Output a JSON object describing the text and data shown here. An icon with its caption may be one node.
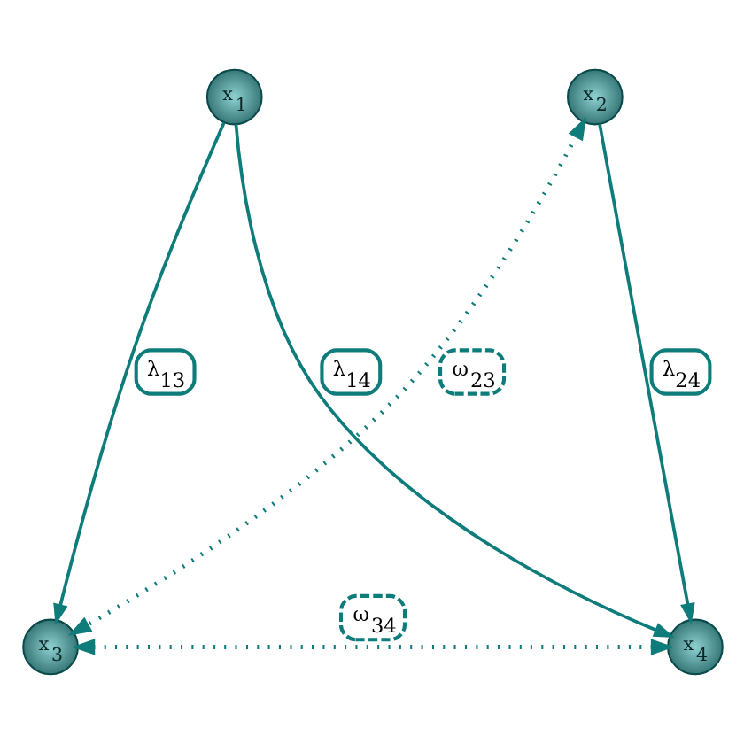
{
  "diagram": {
    "nodes": [
      {
        "text": [
          "x$_{1}$"
        ]
      },
      {
        "text": [
          "x$_{2}$"
        ]
      },
      {
        "text": [
          "x$_{3}$"
        ]
      },
      {
        "text": [
          "x$_{4}$"
        ]
      }
    ],
    "edges": [
      {
        "from": 0,
        "to": 2,
        "arrow": "to",
        "label": "λ$_{13}$"
      },
      {
        "from": 0,
        "to": 3,
        "arrow": "to",
        "label": "λ$_{14}$"
      },
      {
        "from": 1,
        "to": 3,
        "arrow": "to",
        "label": "λ$_{24}$"
      },
      {
        "from": 1,
        "to": 2,
        "arrow": "both",
        "label": "ω$_{23}$",
        "style": "dashed"
      },
      {
        "from": 2,
        "to": 3,
        "arrow": "both",
        "label": "ω$_{34}$",
        "style": "dashed"
      }
    ]
  }
}
